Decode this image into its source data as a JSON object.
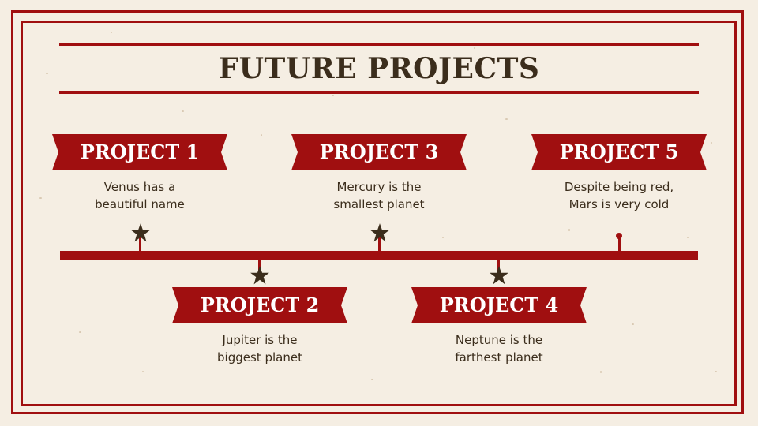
{
  "slide": {
    "title": "FUTURE PROJECTS"
  },
  "projects": [
    {
      "label": "PROJECT 1",
      "line1": "Venus has a",
      "line2": "beautiful name"
    },
    {
      "label": "PROJECT 2",
      "line1": "Jupiter is the",
      "line2": "biggest planet"
    },
    {
      "label": "PROJECT 3",
      "line1": "Mercury is the",
      "line2": "smallest planet"
    },
    {
      "label": "PROJECT 4",
      "line1": "Neptune is the",
      "line2": "farthest planet"
    },
    {
      "label": "PROJECT 5",
      "line1": "Despite being red,",
      "line2": "Mars is very cold"
    }
  ],
  "colors": {
    "accent": "#a00f10",
    "text": "#3b2d1c",
    "background": "#f5eee3"
  }
}
